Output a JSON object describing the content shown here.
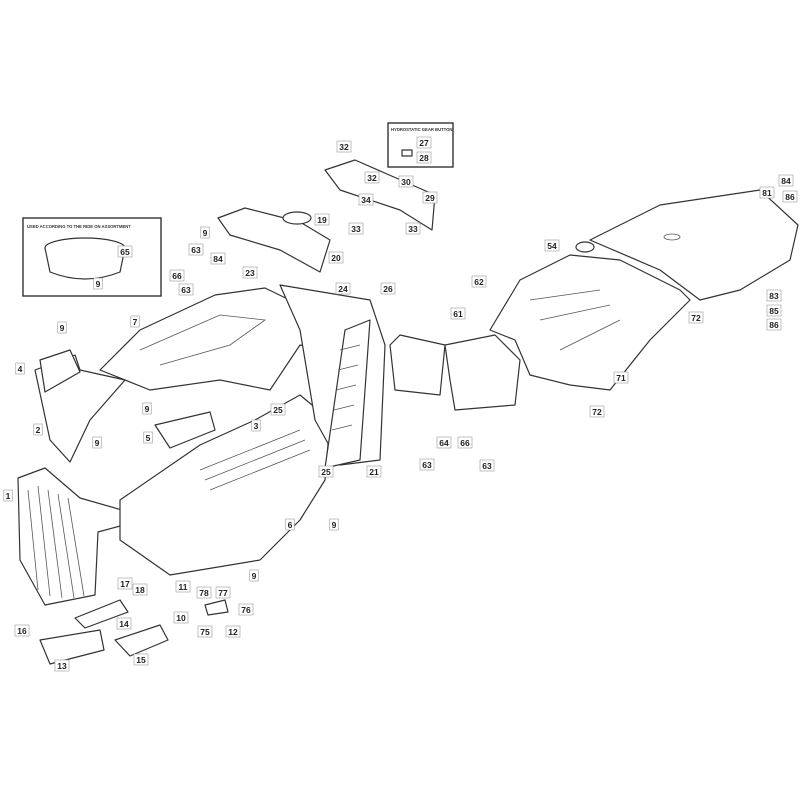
{
  "insets": {
    "assortment_note": "USED ACCORDING TO THE RIDE ON ASSORTMENT",
    "gear_button_note": "HYDROSTATIC GEAR BUTTON"
  },
  "callouts": [
    "32",
    "27",
    "28",
    "32",
    "30",
    "34",
    "29",
    "33",
    "33",
    "19",
    "20",
    "9",
    "63",
    "84",
    "66",
    "63",
    "65",
    "9",
    "23",
    "24",
    "26",
    "7",
    "9",
    "4",
    "9",
    "25",
    "5",
    "3",
    "2",
    "9",
    "21",
    "25",
    "1",
    "6",
    "9",
    "9",
    "17",
    "18",
    "11",
    "78",
    "77",
    "10",
    "14",
    "76",
    "75",
    "12",
    "16",
    "13",
    "15",
    "81",
    "84",
    "86",
    "54",
    "62",
    "83",
    "85",
    "86",
    "72",
    "61",
    "71",
    "72",
    "64",
    "66",
    "63",
    "63"
  ]
}
